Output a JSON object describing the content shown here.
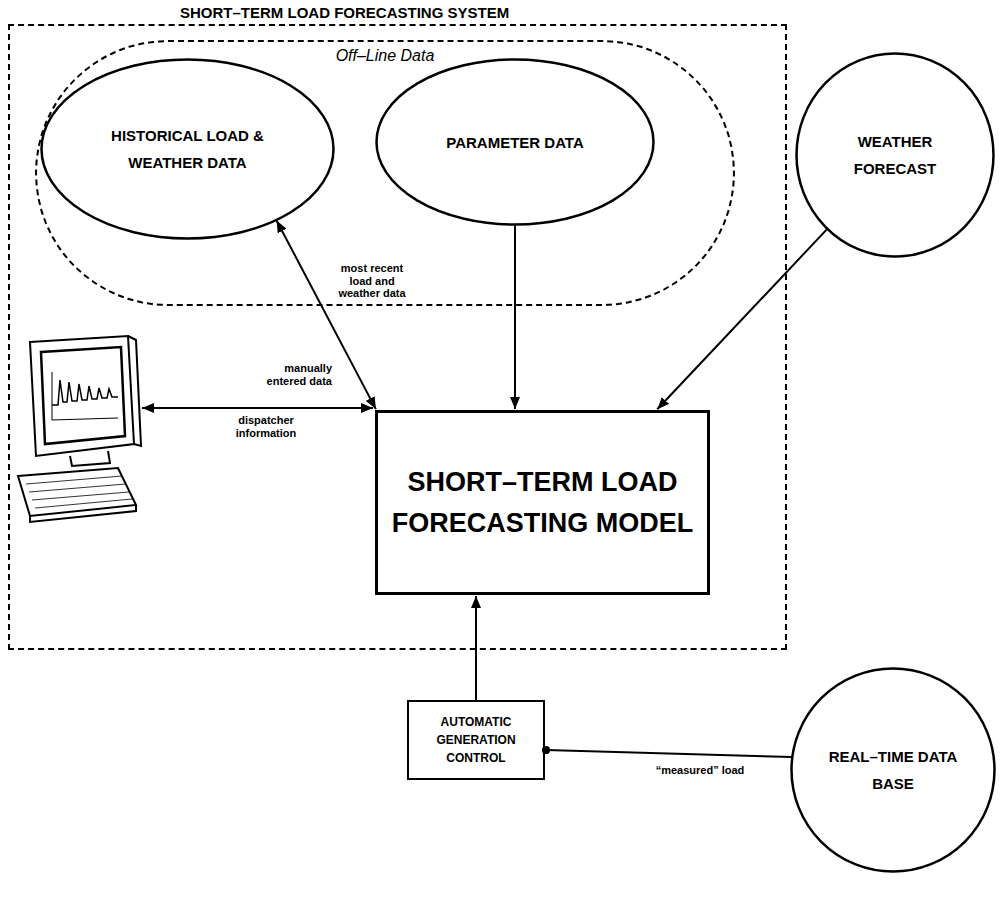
{
  "diagram": {
    "nodes": [
      {
        "text": [
          "SHORT–TERM LOAD FORECASTING SYSTEM"
        ]
      },
      {
        "text": [
          "Off–Line Data"
        ],
        "in": 0
      },
      {
        "text": [
          "HISTORICAL LOAD & WEATHER DATA"
        ],
        "in": 1
      },
      {
        "text": [
          "PARAMETER DATA"
        ],
        "in": 1
      },
      {
        "text": [
          "WEATHER FORECAST"
        ]
      },
      {
        "text": [
          "SHORT–TERM LOAD FORECASTING MODEL"
        ],
        "in": 0
      },
      {
        "text": [
          "AUTOMATIC GENERATION CONTROL"
        ]
      },
      {
        "text": [
          "REAL–TIME DATA BASE"
        ]
      }
    ],
    "edges": [
      {
        "from": 2,
        "to": 5,
        "arrow": "both",
        "label": "most recent load and weather data"
      },
      {
        "from": 3,
        "to": 5,
        "arrow": "to"
      },
      {
        "from": 4,
        "to": 5,
        "arrow": "to"
      },
      {
        "from": 6,
        "to": 5,
        "arrow": "to"
      },
      {
        "from": 7,
        "to": 6,
        "arrow": "to",
        "label": "“measured” load"
      }
    ],
    "labels": [
      "manually entered data",
      "dispatcher information"
    ]
  }
}
